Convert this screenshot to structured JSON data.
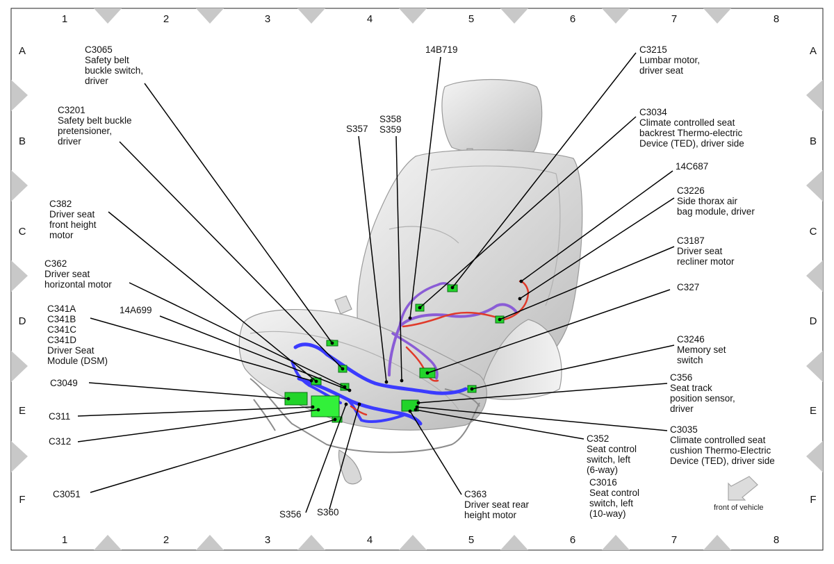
{
  "grid": {
    "columns": [
      "1",
      "2",
      "3",
      "4",
      "5",
      "6",
      "7",
      "8"
    ],
    "rows": [
      "A",
      "B",
      "C",
      "D",
      "E",
      "F"
    ]
  },
  "callouts": {
    "c3065": [
      "C3065",
      "Safety belt",
      "buckle switch,",
      "driver"
    ],
    "c3201": [
      "C3201",
      "Safety belt buckle",
      "pretensioner,",
      "driver"
    ],
    "c382": [
      "C382",
      "Driver seat",
      "front height",
      "motor"
    ],
    "c362": [
      "C362",
      "Driver seat",
      "horizontal motor"
    ],
    "c341": [
      "C341A",
      "C341B",
      "C341C",
      "C341D",
      "Driver Seat",
      "Module (DSM)"
    ],
    "a14699": [
      "14A699"
    ],
    "c3049": [
      "C3049"
    ],
    "c311": [
      "C311"
    ],
    "c312": [
      "C312"
    ],
    "c3051": [
      "C3051"
    ],
    "s356": [
      "S356"
    ],
    "s360": [
      "S360"
    ],
    "s357": [
      "S357"
    ],
    "s358": [
      "S358",
      "S359"
    ],
    "b14719": [
      "14B719"
    ],
    "c3215": [
      "C3215",
      "Lumbar motor,",
      "driver seat"
    ],
    "c3034": [
      "C3034",
      "Climate controlled seat",
      "backrest Thermo-electric",
      "Device (TED), driver side"
    ],
    "c14687": [
      "14C687"
    ],
    "c3226": [
      "C3226",
      "Side thorax air",
      "bag module, driver"
    ],
    "c3187": [
      "C3187",
      "Driver seat",
      "recliner motor"
    ],
    "c327": [
      "C327"
    ],
    "c3246": [
      "C3246",
      "Memory set",
      "switch"
    ],
    "c356": [
      "C356",
      "Seat track",
      "position sensor,",
      "driver"
    ],
    "c3035": [
      "C3035",
      "Climate controlled seat",
      "cushion Thermo-Electric",
      "Device (TED), driver side"
    ],
    "c352": [
      "C352",
      "Seat control",
      "switch, left",
      "(6-way)"
    ],
    "c3016": [
      "C3016",
      "Seat control",
      "switch, left",
      "(10-way)"
    ],
    "c363": [
      "C363",
      "Driver seat rear",
      "height motor"
    ]
  },
  "front_of_vehicle": "front of vehicle",
  "colors": {
    "harness_blue": "#3b3bff",
    "harness_purple": "#8a5cd6",
    "harness_red": "#e03a2a",
    "connector_green": "#22d42a",
    "seat_fill": "#e6e6e6",
    "marker_gray": "#c8c8c8"
  }
}
